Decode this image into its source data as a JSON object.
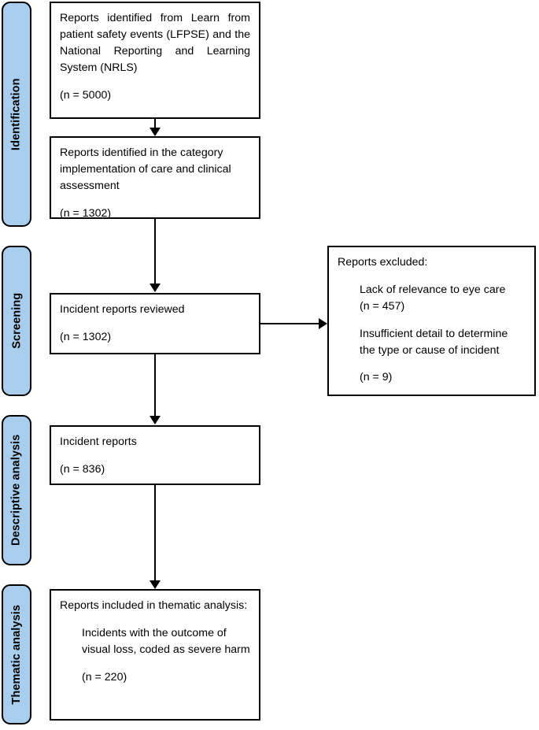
{
  "diagram": {
    "type": "prisma-flow-diagram",
    "title": "",
    "colors": {
      "stage_bar_fill": "#a9cdec",
      "stage_bar_border": "#000000",
      "box_fill": "#ffffff",
      "box_border": "#000000",
      "text": "#000000"
    }
  },
  "stages": [
    {
      "id": "identification",
      "label": "Identification"
    },
    {
      "id": "screening",
      "label": "Screening"
    },
    {
      "id": "descriptive-analysis",
      "label": "Descriptive analysis"
    },
    {
      "id": "thematic-analysis",
      "label": "Thematic analysis"
    }
  ],
  "boxes": {
    "identified_sources": {
      "body": "Reports identified from Learn from patient safety events (LFPSE) and the National Reporting and Learning System (NRLS)",
      "count": "(n = 5000)"
    },
    "identified_category": {
      "body": "Reports identified in the category implementation of care and clinical assessment",
      "count": "(n = 1302)"
    },
    "reports_reviewed": {
      "body": "Incident reports reviewed",
      "count": "(n = 1302)"
    },
    "reports_excluded": {
      "heading": "Reports excluded:",
      "reason_1": "Lack of relevance to eye care",
      "reason_1_count": "(n = 457)",
      "reason_2": "Insufficient detail to determine the type or cause of incident",
      "reason_2_count": "(n = 9)"
    },
    "incident_reports": {
      "body": "Incident reports",
      "count": "(n = 836)"
    },
    "included_thematic": {
      "heading": "Reports included in thematic analysis:",
      "detail": "Incidents with the outcome of visual loss, coded as severe harm",
      "count": "(n = 220)"
    }
  },
  "chart_data": {
    "type": "table",
    "title": "PRISMA-style incident report selection flow",
    "nodes": [
      {
        "stage": "Identification",
        "label": "Reports identified from Learn from patient safety events (LFPSE) and the National Reporting and Learning System (NRLS)",
        "n": 5000
      },
      {
        "stage": "Identification",
        "label": "Reports identified in the category implementation of care and clinical assessment",
        "n": 1302
      },
      {
        "stage": "Screening",
        "label": "Incident reports reviewed",
        "n": 1302
      },
      {
        "stage": "Screening",
        "label": "Reports excluded: Lack of relevance to eye care",
        "n": 457
      },
      {
        "stage": "Screening",
        "label": "Reports excluded: Insufficient detail to determine the type or cause of incident",
        "n": 9
      },
      {
        "stage": "Descriptive analysis",
        "label": "Incident reports",
        "n": 836
      },
      {
        "stage": "Thematic analysis",
        "label": "Reports included in thematic analysis: Incidents with the outcome of visual loss, coded as severe harm",
        "n": 220
      }
    ]
  }
}
